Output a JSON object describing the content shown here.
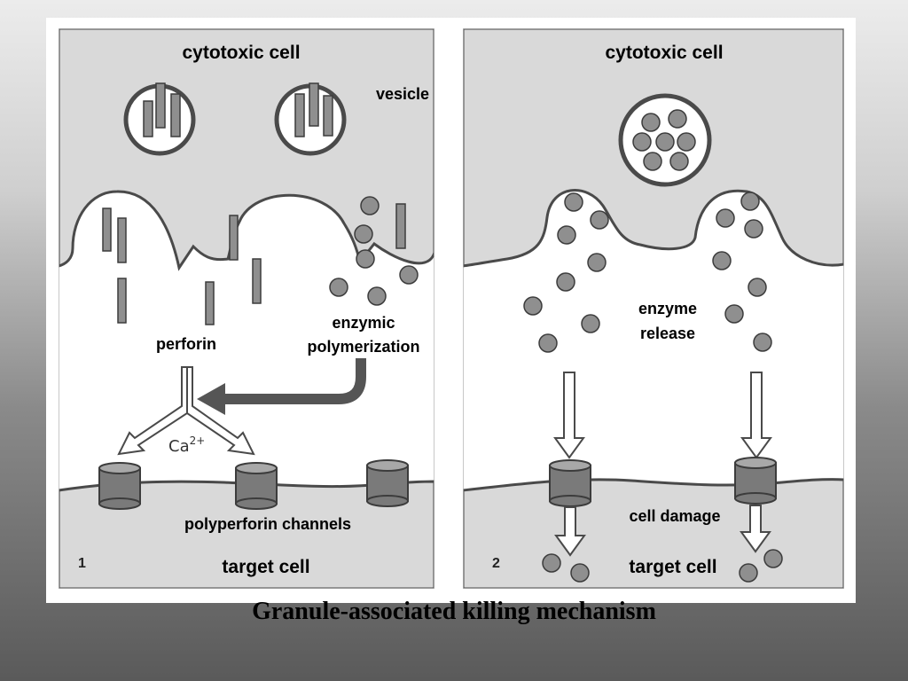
{
  "caption": "Granule-associated killing mechanism",
  "colors": {
    "cytoplasm": "#d9d9d9",
    "cleft": "#ffffff",
    "membrane": "#4a4a4a",
    "granule_fill": "#8f8f8f",
    "granule_stroke": "#3c3c3c",
    "arrow_dark": "#555555"
  },
  "panel1": {
    "number": "1",
    "top_label": "cytotoxic cell",
    "vesicle_label": "vesicle",
    "perforin_label": "perforin",
    "enzymic_label_line1": "enzymic",
    "enzymic_label_line2": "polymerization",
    "ion_label": "Ca",
    "ion_charge": "2+",
    "channels_label": "polyperforin channels",
    "bottom_label": "target cell"
  },
  "panel2": {
    "number": "2",
    "top_label": "cytotoxic cell",
    "release_label_line1": "enzyme",
    "release_label_line2": "release",
    "damage_label": "cell damage",
    "bottom_label": "target cell"
  }
}
